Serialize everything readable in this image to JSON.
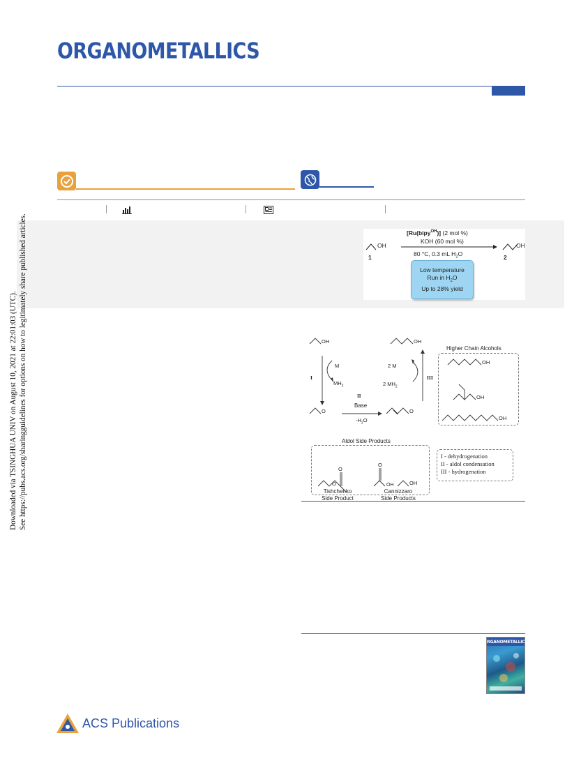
{
  "journal": {
    "title": "ORGANOMETALLICS"
  },
  "sidebar": {
    "line1": "Downloaded via TSINGHUA UNIV on August 10, 2021 at 22:01:03 (UTC).",
    "line2": "See https://pubs.acs.org/sharingguidelines for options on how to legitimately share published articles."
  },
  "toc": {
    "catalyst": "[Ru(bipy",
    "catalyst_sup": "OH",
    "catalyst_end": ")] (2 mol %)",
    "base": "KOH (60 mol %)",
    "conditions_pre": "80 °C, 0.3 mL H",
    "conditions_sub": "2",
    "conditions_post": "O",
    "reactant_label": "OH",
    "reactant_num": "1",
    "product_label": "OH",
    "product_num": "2",
    "highlight_1": "Low temperature",
    "highlight_2_pre": "Run in H",
    "highlight_2_sub": "2",
    "highlight_2_post": "O",
    "highlight_3": "Up to 28% yield"
  },
  "scheme": {
    "ethanol_oh": "OH",
    "butanol_oh": "OH",
    "step_I": "I",
    "step_II": "II",
    "step_III": "III",
    "m_label": "M",
    "mh2_pre": "MH",
    "mh2_sub": "2",
    "two_m": "2 M",
    "two_mh2_pre": "2 MH",
    "two_mh2_sub": "2",
    "base": "Base",
    "water_pre": "-H",
    "water_sub": "2",
    "water_post": "O",
    "aldehyde_o": "O",
    "crotonaldehyde_o": "O",
    "higher_title": "Higher Chain Alcohols",
    "hexanol_oh": "OH",
    "ethylhexanol_oh": "OH",
    "octanol_oh": "OH",
    "aldol_title": "Aldol Side Products",
    "ester_o1": "O",
    "ester_o2": "O",
    "tishchenko_1": "Tishchenko",
    "tishchenko_2": "Side Product",
    "acid_o": "O",
    "acid_oh": "OH",
    "alcohol_oh": "OH",
    "cannizzaro_1": "Cannizzaro",
    "cannizzaro_2": "Side Products",
    "legend_1": "I - dehydrogenation",
    "legend_2": "II - aldol condensation",
    "legend_3": "III - hydrogenation"
  },
  "cover": {
    "title": "ORGANOMETALLICS"
  },
  "footer": {
    "publisher": "ACS Publications"
  }
}
